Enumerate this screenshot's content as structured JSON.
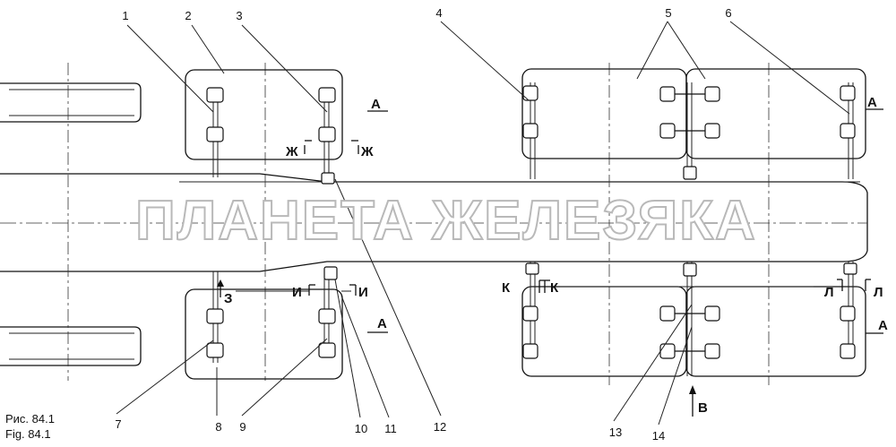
{
  "watermark": "ПЛАНЕТА ЖЕЛЕЗЯКА",
  "caption": {
    "ru": "Рис. 84.1",
    "en": "Fig. 84.1"
  },
  "callouts": [
    "1",
    "2",
    "3",
    "4",
    "5",
    "6",
    "7",
    "8",
    "9",
    "10",
    "11",
    "12",
    "13",
    "14"
  ],
  "section_labels": {
    "a": "А",
    "zh": "Ж",
    "z": "З",
    "i": "И",
    "k": "К",
    "l": "Л",
    "v": "В"
  }
}
